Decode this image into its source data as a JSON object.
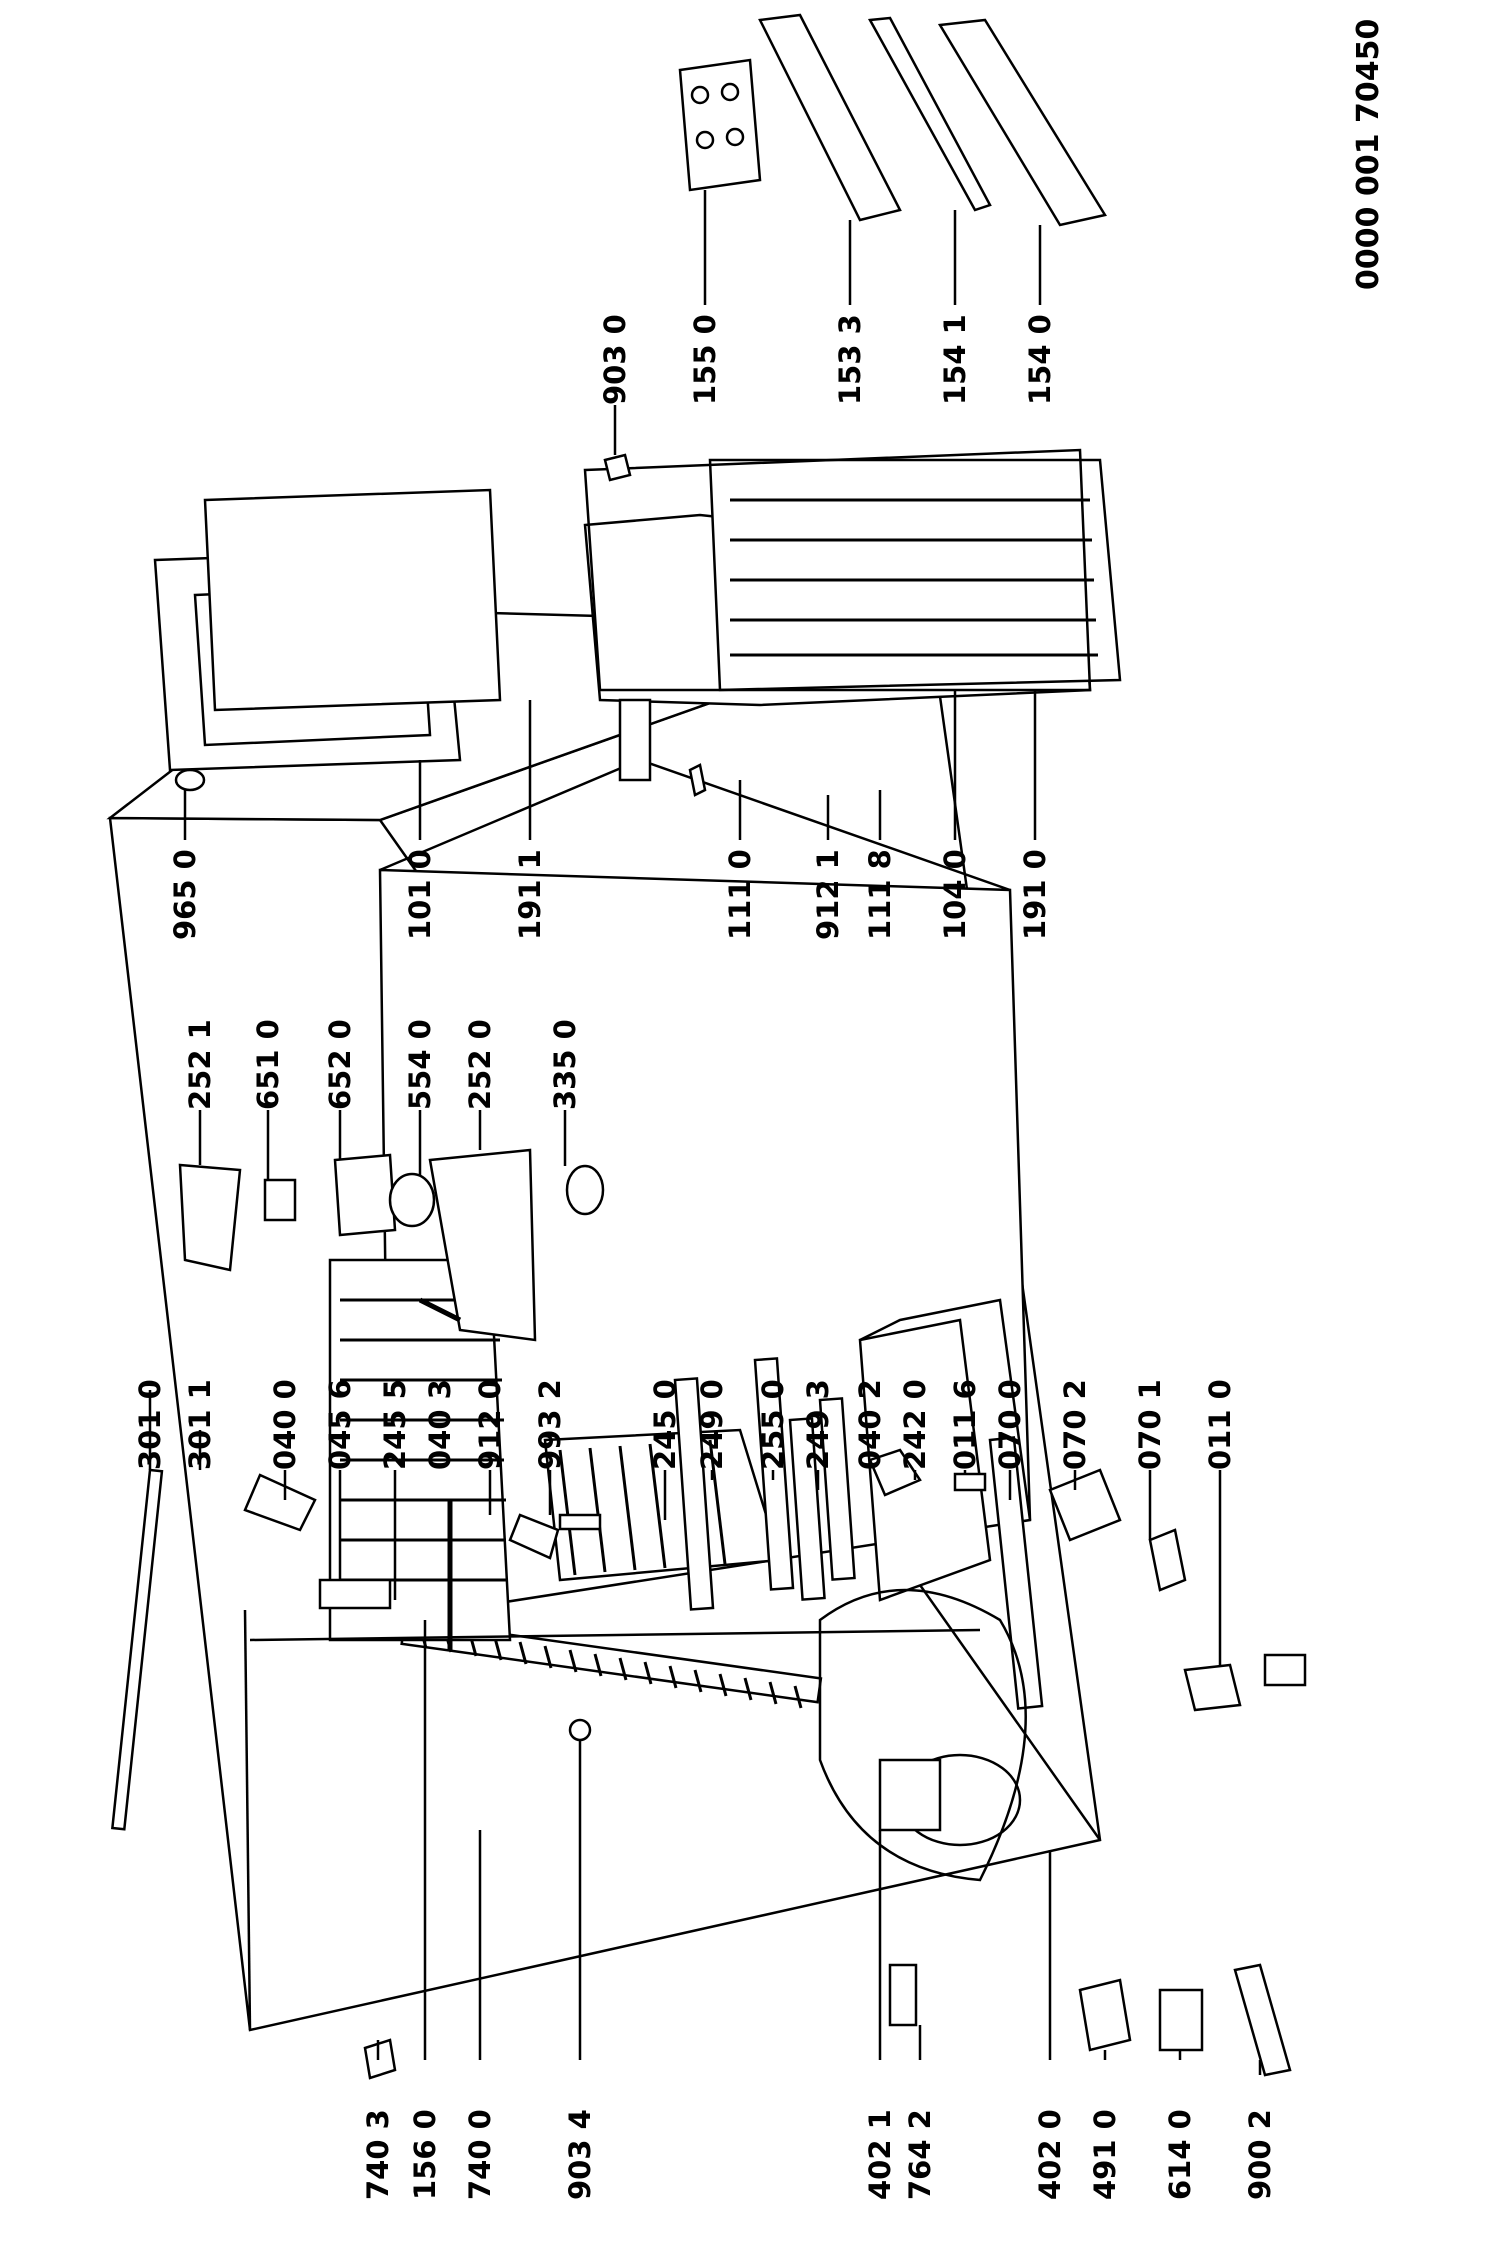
{
  "document_number": "0000 001 70450",
  "groups": {
    "cabinet": [
      "301 0",
      "301 1",
      "040 0",
      "045 6",
      "245 5",
      "040 3",
      "912 0",
      "993 2",
      "245 0",
      "249 0",
      "255 0",
      "249 3",
      "040 2",
      "242 0",
      "011 6",
      "070 0",
      "070 2",
      "070 1",
      "011 0"
    ],
    "cabinet_left": [
      "740 3",
      "156 0",
      "740 0",
      "903 4",
      "402 1",
      "764 2",
      "402 0",
      "491 0",
      "614 0",
      "900 2"
    ],
    "thermostat": [
      "252 1",
      "651 0",
      "652 0",
      "554 0",
      "252 0",
      "335 0"
    ],
    "doors": [
      "965 0",
      "101 0",
      "191 1",
      "111 0",
      "912 1",
      "111 8",
      "104 0",
      "191 0"
    ],
    "door_shelves": [
      "903 0",
      "155 0",
      "153 3",
      "154 1",
      "154 0"
    ]
  }
}
